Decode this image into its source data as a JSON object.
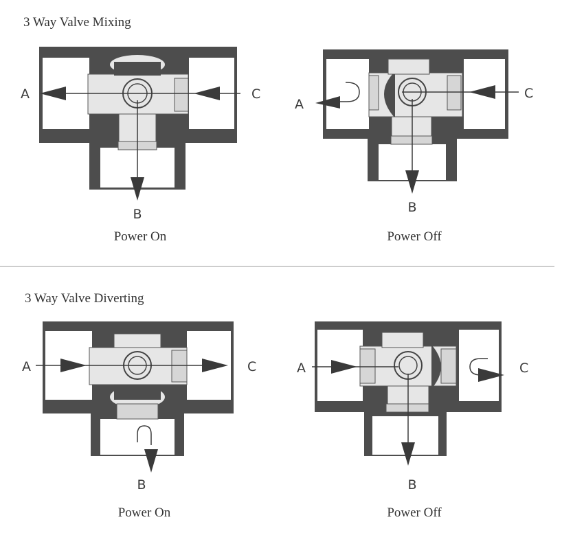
{
  "sections": [
    {
      "title": "3 Way Valve Mixing",
      "diagrams": [
        {
          "caption": "Power On",
          "labels": {
            "a": "A",
            "b": "B",
            "c": "C"
          }
        },
        {
          "caption": "Power Off",
          "labels": {
            "a": "A",
            "b": "B",
            "c": "C"
          }
        }
      ]
    },
    {
      "title": "3 Way Valve Diverting",
      "diagrams": [
        {
          "caption": "Power On",
          "labels": {
            "a": "A",
            "b": "B",
            "c": "C"
          }
        },
        {
          "caption": "Power Off",
          "labels": {
            "a": "A",
            "b": "B",
            "c": "C"
          }
        }
      ]
    }
  ],
  "colors": {
    "body": "#4d4d4d",
    "line": "#3a3a3a",
    "background": "#ffffff"
  }
}
